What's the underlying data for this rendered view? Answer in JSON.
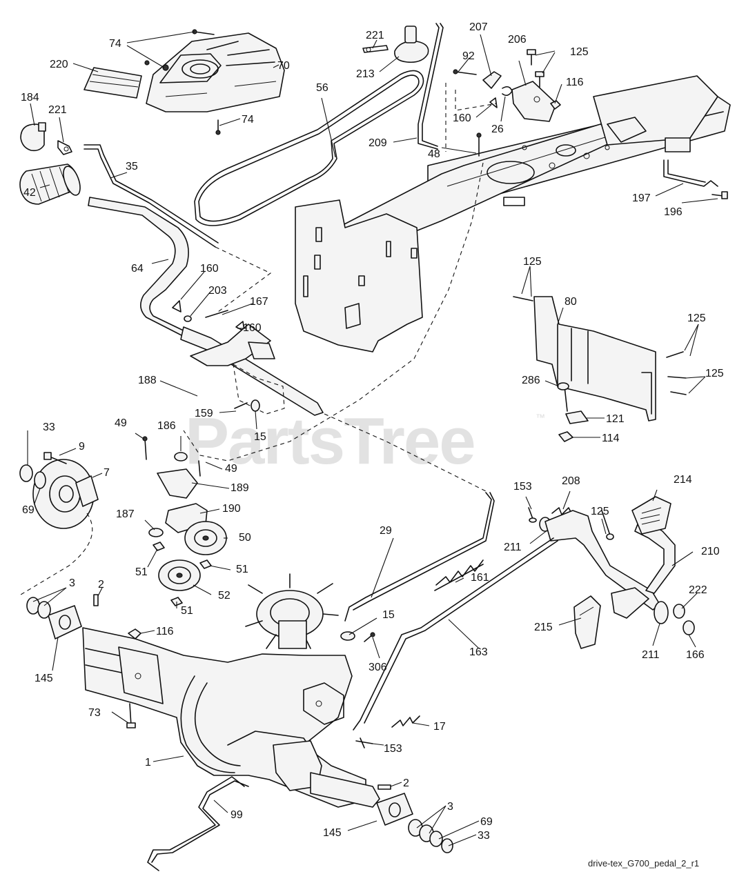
{
  "watermark": {
    "text": "PartsTree",
    "tm": "™"
  },
  "footer": {
    "caption": "drive-tex_G700_pedal_2_r1"
  },
  "callouts": [
    {
      "id": "c74a",
      "text": "74"
    },
    {
      "id": "c70",
      "text": "70"
    },
    {
      "id": "c220",
      "text": "220"
    },
    {
      "id": "c184",
      "text": "184"
    },
    {
      "id": "c221a",
      "text": "221"
    },
    {
      "id": "c74b",
      "text": "74"
    },
    {
      "id": "c35",
      "text": "35"
    },
    {
      "id": "c42",
      "text": "42"
    },
    {
      "id": "c64",
      "text": "64"
    },
    {
      "id": "c56",
      "text": "56"
    },
    {
      "id": "c221b",
      "text": "221"
    },
    {
      "id": "c213",
      "text": "213"
    },
    {
      "id": "c207",
      "text": "207"
    },
    {
      "id": "c92",
      "text": "92"
    },
    {
      "id": "c206",
      "text": "206"
    },
    {
      "id": "c125a",
      "text": "125"
    },
    {
      "id": "c116a",
      "text": "116"
    },
    {
      "id": "c160a",
      "text": "160"
    },
    {
      "id": "c26",
      "text": "26"
    },
    {
      "id": "c209",
      "text": "209"
    },
    {
      "id": "c48",
      "text": "48"
    },
    {
      "id": "c197",
      "text": "197"
    },
    {
      "id": "c196",
      "text": "196"
    },
    {
      "id": "c160b",
      "text": "160"
    },
    {
      "id": "c203",
      "text": "203"
    },
    {
      "id": "c167",
      "text": "167"
    },
    {
      "id": "c160c",
      "text": "160"
    },
    {
      "id": "c125b",
      "text": "125"
    },
    {
      "id": "c80",
      "text": "80"
    },
    {
      "id": "c125c",
      "text": "125"
    },
    {
      "id": "c125d",
      "text": "125"
    },
    {
      "id": "c188",
      "text": "188"
    },
    {
      "id": "c286",
      "text": "286"
    },
    {
      "id": "c159",
      "text": "159"
    },
    {
      "id": "c15a",
      "text": "15"
    },
    {
      "id": "c121",
      "text": "121"
    },
    {
      "id": "c114",
      "text": "114"
    },
    {
      "id": "c33a",
      "text": "33"
    },
    {
      "id": "c49a",
      "text": "49"
    },
    {
      "id": "c186",
      "text": "186"
    },
    {
      "id": "c9",
      "text": "9"
    },
    {
      "id": "c49b",
      "text": "49"
    },
    {
      "id": "c7",
      "text": "7"
    },
    {
      "id": "c189",
      "text": "189"
    },
    {
      "id": "c69a",
      "text": "69"
    },
    {
      "id": "c190",
      "text": "190"
    },
    {
      "id": "c187",
      "text": "187"
    },
    {
      "id": "c50",
      "text": "50"
    },
    {
      "id": "c153a",
      "text": "153"
    },
    {
      "id": "c208",
      "text": "208"
    },
    {
      "id": "c214",
      "text": "214"
    },
    {
      "id": "c125e",
      "text": "125"
    },
    {
      "id": "c51a",
      "text": "51"
    },
    {
      "id": "c51b",
      "text": "51"
    },
    {
      "id": "c29",
      "text": "29"
    },
    {
      "id": "c211a",
      "text": "211"
    },
    {
      "id": "c210",
      "text": "210"
    },
    {
      "id": "c3a",
      "text": "3"
    },
    {
      "id": "c2a",
      "text": "2"
    },
    {
      "id": "c52",
      "text": "52"
    },
    {
      "id": "c161",
      "text": "161"
    },
    {
      "id": "c222",
      "text": "222"
    },
    {
      "id": "c51c",
      "text": "51"
    },
    {
      "id": "c116b",
      "text": "116"
    },
    {
      "id": "c15b",
      "text": "15"
    },
    {
      "id": "c215",
      "text": "215"
    },
    {
      "id": "c163",
      "text": "163"
    },
    {
      "id": "c211b",
      "text": "211"
    },
    {
      "id": "c166",
      "text": "166"
    },
    {
      "id": "c145a",
      "text": "145"
    },
    {
      "id": "c306",
      "text": "306"
    },
    {
      "id": "c73",
      "text": "73"
    },
    {
      "id": "c17",
      "text": "17"
    },
    {
      "id": "c153b",
      "text": "153"
    },
    {
      "id": "c1",
      "text": "1"
    },
    {
      "id": "c2b",
      "text": "2"
    },
    {
      "id": "c3b",
      "text": "3"
    },
    {
      "id": "c69b",
      "text": "69"
    },
    {
      "id": "c99",
      "text": "99"
    },
    {
      "id": "c145b",
      "text": "145"
    },
    {
      "id": "c33b",
      "text": "33"
    }
  ]
}
